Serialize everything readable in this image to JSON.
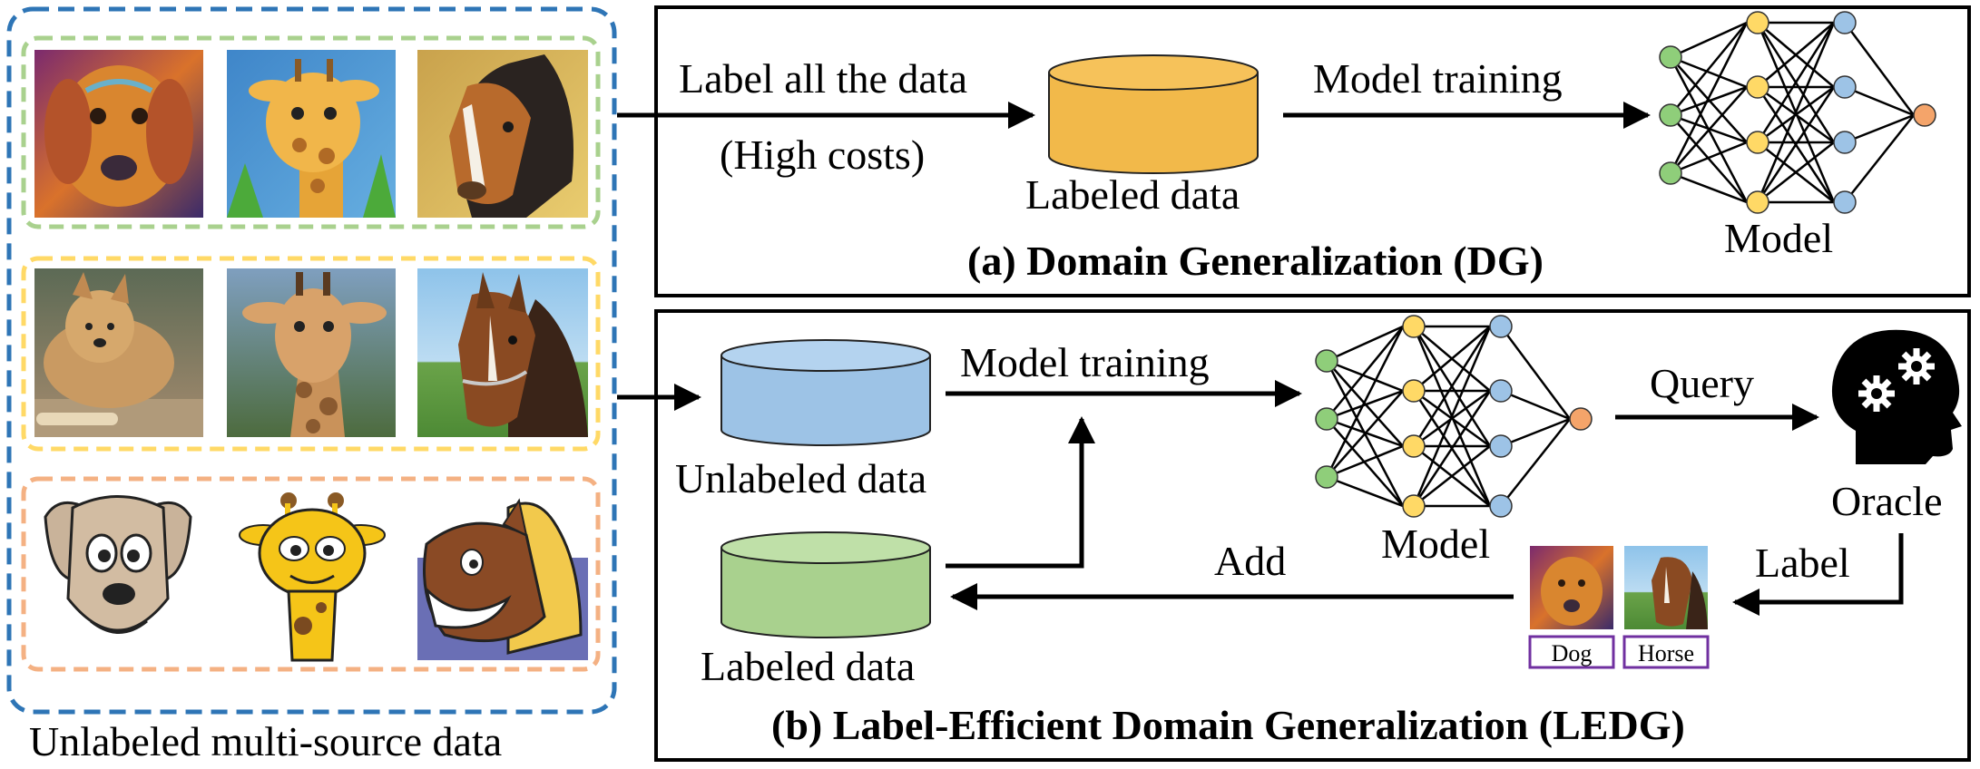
{
  "left_panel": {
    "caption": "Unlabeled multi-source data",
    "domains": [
      {
        "style": "painting",
        "border_color": "#a9d18e",
        "images": [
          "dog",
          "giraffe",
          "horse"
        ]
      },
      {
        "style": "photo",
        "border_color": "#ffd966",
        "images": [
          "dog",
          "giraffe",
          "horse"
        ]
      },
      {
        "style": "cartoon",
        "border_color": "#f4b183",
        "images": [
          "dog",
          "giraffe",
          "horse"
        ]
      }
    ],
    "outer_border_color": "#2e75b6"
  },
  "panel_a": {
    "title": "(a) Domain Generalization (DG)",
    "arrow1_label": "Label all the data",
    "arrow1_sublabel": "(High costs)",
    "db_label": "Labeled data",
    "arrow2_label": "Model training",
    "model_label": "Model",
    "db_color": "#f2b94a"
  },
  "panel_b": {
    "title": "(b) Label-Efficient Domain Generalization (LEDG)",
    "unlabeled_db_label": "Unlabeled data",
    "train_label": "Model training",
    "model_label": "Model",
    "query_label": "Query",
    "oracle_label": "Oracle",
    "label_arrow_label": "Label",
    "add_label": "Add",
    "labeled_db_label": "Labeled data",
    "sample_tags": [
      "Dog",
      "Horse"
    ],
    "unlabeled_db_color": "#9dc3e6",
    "labeled_db_color": "#a9d18e"
  },
  "colors": {
    "node_input": "#8fce7a",
    "node_hidden1": "#ffd966",
    "node_hidden2": "#9dc3e6",
    "node_output": "#f4a46a",
    "tag_border": "#7030a0"
  }
}
